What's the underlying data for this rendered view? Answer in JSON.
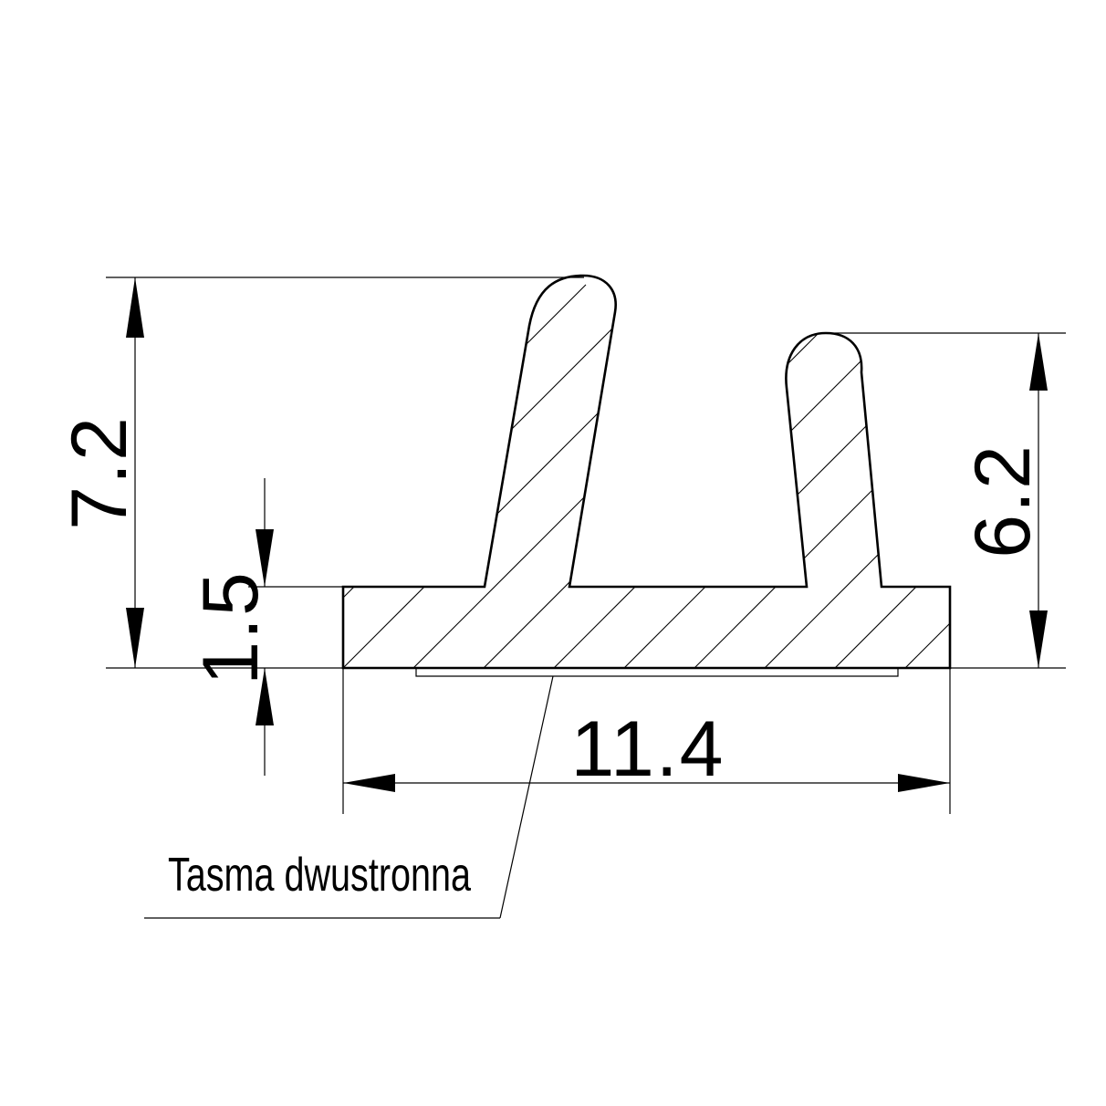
{
  "dimensions": {
    "total_height": "7.2",
    "right_lip_height": "6.2",
    "base_thickness": "1.5",
    "width": "11.4"
  },
  "annotation": {
    "tape_label": "Tasma dwustronna"
  },
  "colors": {
    "line": "#000000",
    "background": "#ffffff"
  }
}
